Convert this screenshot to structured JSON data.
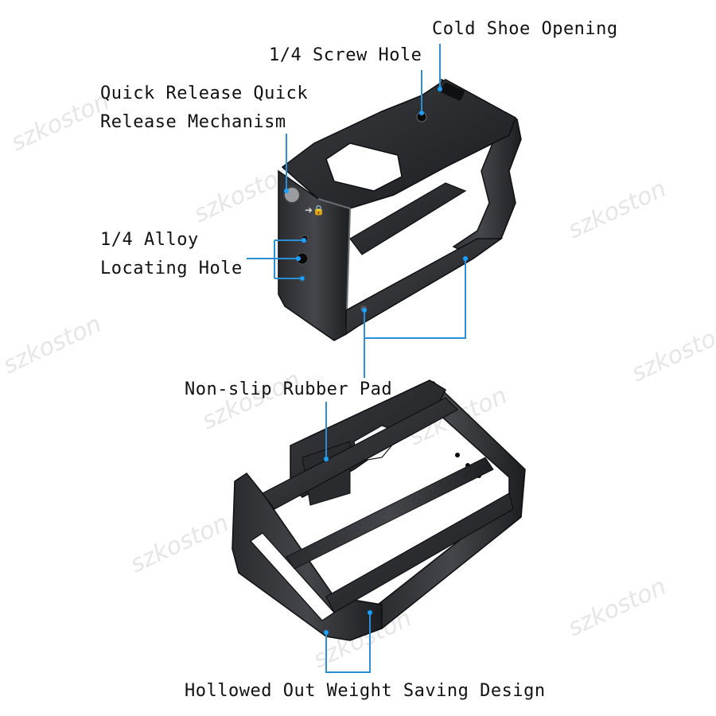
{
  "labels": {
    "cold_shoe": "Cold Shoe Opening",
    "screw_hole": "1/4 Screw Hole",
    "quick_release_line1": "Quick Release Quick",
    "quick_release_line2": "Release Mechanism",
    "alloy_line1": "1/4 Alloy",
    "alloy_line2": "Locating Hole",
    "rubber_pad": "Non-slip Rubber Pad",
    "hollowed": "Hollowed Out Weight Saving Design"
  },
  "watermark": "szkoston",
  "colors": {
    "callout_line": "#2a8fd6",
    "callout_dot": "#1aa0ff",
    "metal_dark": "#1e1f22",
    "metal_mid": "#2c2e32",
    "metal_light": "#55585e",
    "text": "#111111"
  }
}
